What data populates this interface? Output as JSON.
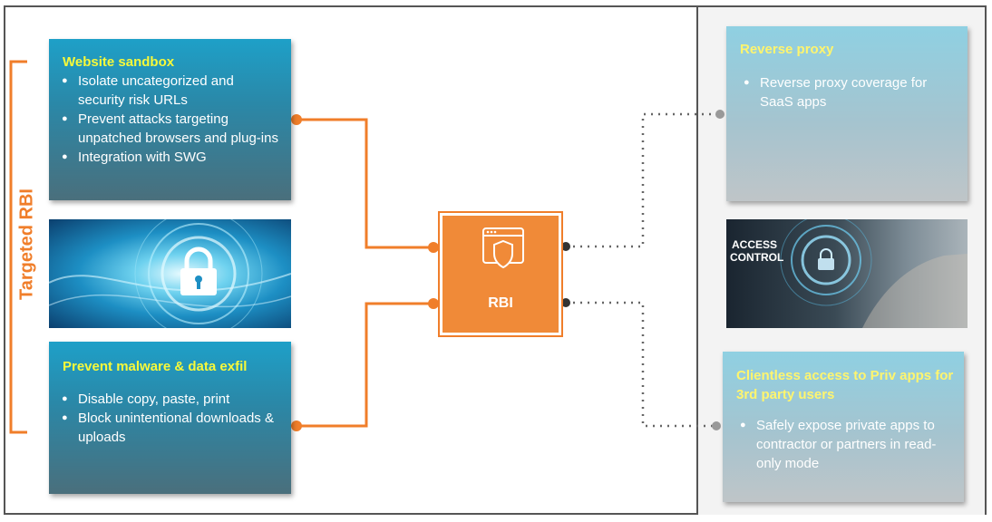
{
  "side_label": "Targeted RBI",
  "center": {
    "label": "RBI"
  },
  "left_cards": [
    {
      "title": "Website sandbox",
      "bullets": [
        "Isolate uncategorized and security risk URLs",
        "Prevent attacks targeting unpatched browsers and plug-ins",
        "Integration with SWG"
      ]
    },
    {
      "title": "Prevent malware & data exfil",
      "bullets": [
        "Disable copy, paste, print",
        "Block unintentional downloads & uploads"
      ]
    }
  ],
  "right_cards": [
    {
      "title": "Reverse proxy",
      "bullets": [
        "Reverse proxy coverage for SaaS apps"
      ]
    },
    {
      "title": "Clientless access to Priv apps for 3rd party users",
      "bullets": [
        "Safely expose private apps to contractor or partners in read-only mode"
      ]
    }
  ],
  "images": {
    "security_image": {
      "icon": "padlock-icon"
    },
    "access_control_image": {
      "text_line1": "ACCESS",
      "text_line2": "CONTROL",
      "icon": "lock-icon"
    }
  },
  "colors": {
    "accent": "#f07e2a",
    "card_title": "#f7f93a",
    "card_blue": "#1ea0c8"
  }
}
